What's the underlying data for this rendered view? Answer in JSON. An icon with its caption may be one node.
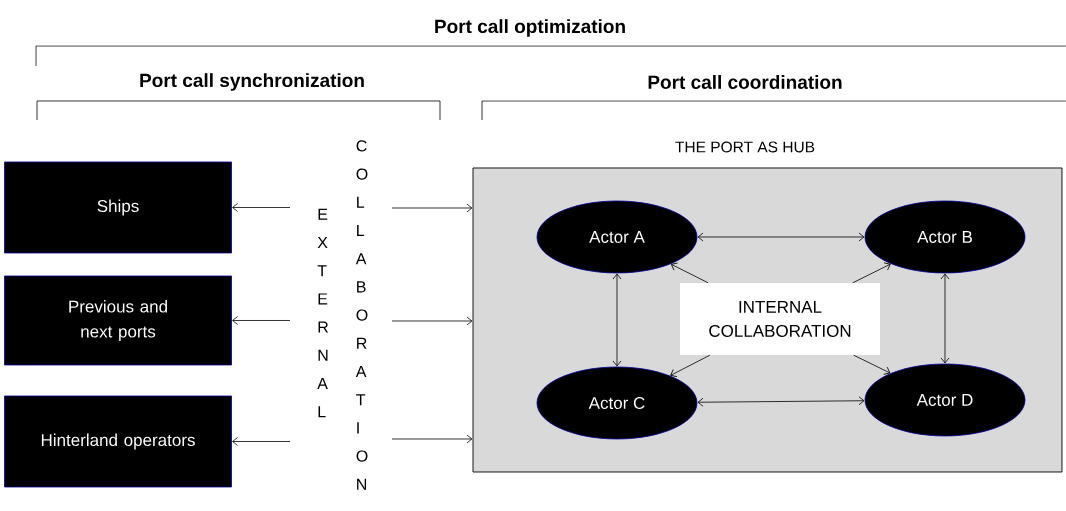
{
  "diagram": {
    "nodes": [
      {
        "text": [
          "Ships"
        ]
      },
      {
        "text": [
          "Previous and next ports"
        ]
      },
      {
        "text": [
          "Hinterland operators"
        ]
      },
      {
        "text": [
          "THE PORT AS HUB"
        ]
      },
      {
        "text": [
          "Actor A"
        ],
        "in": 3
      },
      {
        "text": [
          "Actor B"
        ],
        "in": 3
      },
      {
        "text": [
          "INTERNAL COLLABORATION"
        ],
        "in": 3
      },
      {
        "text": [
          "Actor C"
        ],
        "in": 3
      },
      {
        "text": [
          "Actor D"
        ],
        "in": 3
      }
    ],
    "edges": [
      {
        "from": null,
        "to": 0,
        "arrow": "to"
      },
      {
        "from": null,
        "to": 1,
        "arrow": "to"
      },
      {
        "from": null,
        "to": 2,
        "arrow": "to"
      },
      {
        "from": null,
        "to": 3,
        "arrow": "to"
      },
      {
        "from": null,
        "to": 3,
        "arrow": "to"
      },
      {
        "from": null,
        "to": 3,
        "arrow": "to"
      },
      {
        "from": 4,
        "to": 5,
        "arrow": "both"
      },
      {
        "from": 4,
        "to": 7,
        "arrow": "both"
      },
      {
        "from": 5,
        "to": 8,
        "arrow": "both"
      },
      {
        "from": 7,
        "to": 8,
        "arrow": "both"
      },
      {
        "from": 6,
        "to": 4,
        "arrow": "to"
      },
      {
        "from": 6,
        "to": 5,
        "arrow": "to"
      },
      {
        "from": 6,
        "to": 7,
        "arrow": "to"
      },
      {
        "from": 6,
        "to": 8,
        "arrow": "to"
      }
    ],
    "labels": [
      "Port call optimization",
      "Port call synchronization",
      "Port call coordination",
      "EXTERNAL",
      "COLLABORATION"
    ]
  }
}
